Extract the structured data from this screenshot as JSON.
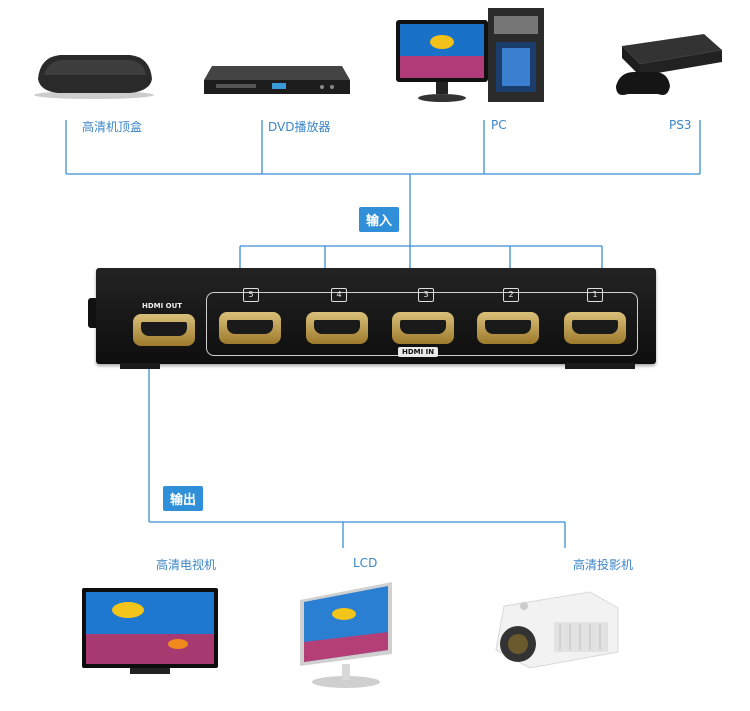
{
  "inputs": {
    "tag": "输入",
    "devices": [
      {
        "label": "高清机顶盒",
        "icon": "set-top-box-icon"
      },
      {
        "label": "DVD播放器",
        "icon": "dvd-player-icon"
      },
      {
        "label": "PC",
        "icon": "desktop-pc-icon"
      },
      {
        "label": "PS3",
        "icon": "game-console-icon"
      }
    ]
  },
  "switcher": {
    "out_label": "HDMI OUT",
    "in_label": "HDMI IN",
    "port_numbers": [
      "5",
      "4",
      "3",
      "2",
      "1"
    ]
  },
  "outputs": {
    "tag": "输出",
    "devices": [
      {
        "label": "高清电视机",
        "icon": "hdtv-icon"
      },
      {
        "label": "LCD",
        "icon": "lcd-monitor-icon"
      },
      {
        "label": "高清投影机",
        "icon": "projector-icon"
      }
    ]
  },
  "colors": {
    "line": "#3b8fd6",
    "accent": "#2f8fd8",
    "label": "#3b86c8"
  }
}
